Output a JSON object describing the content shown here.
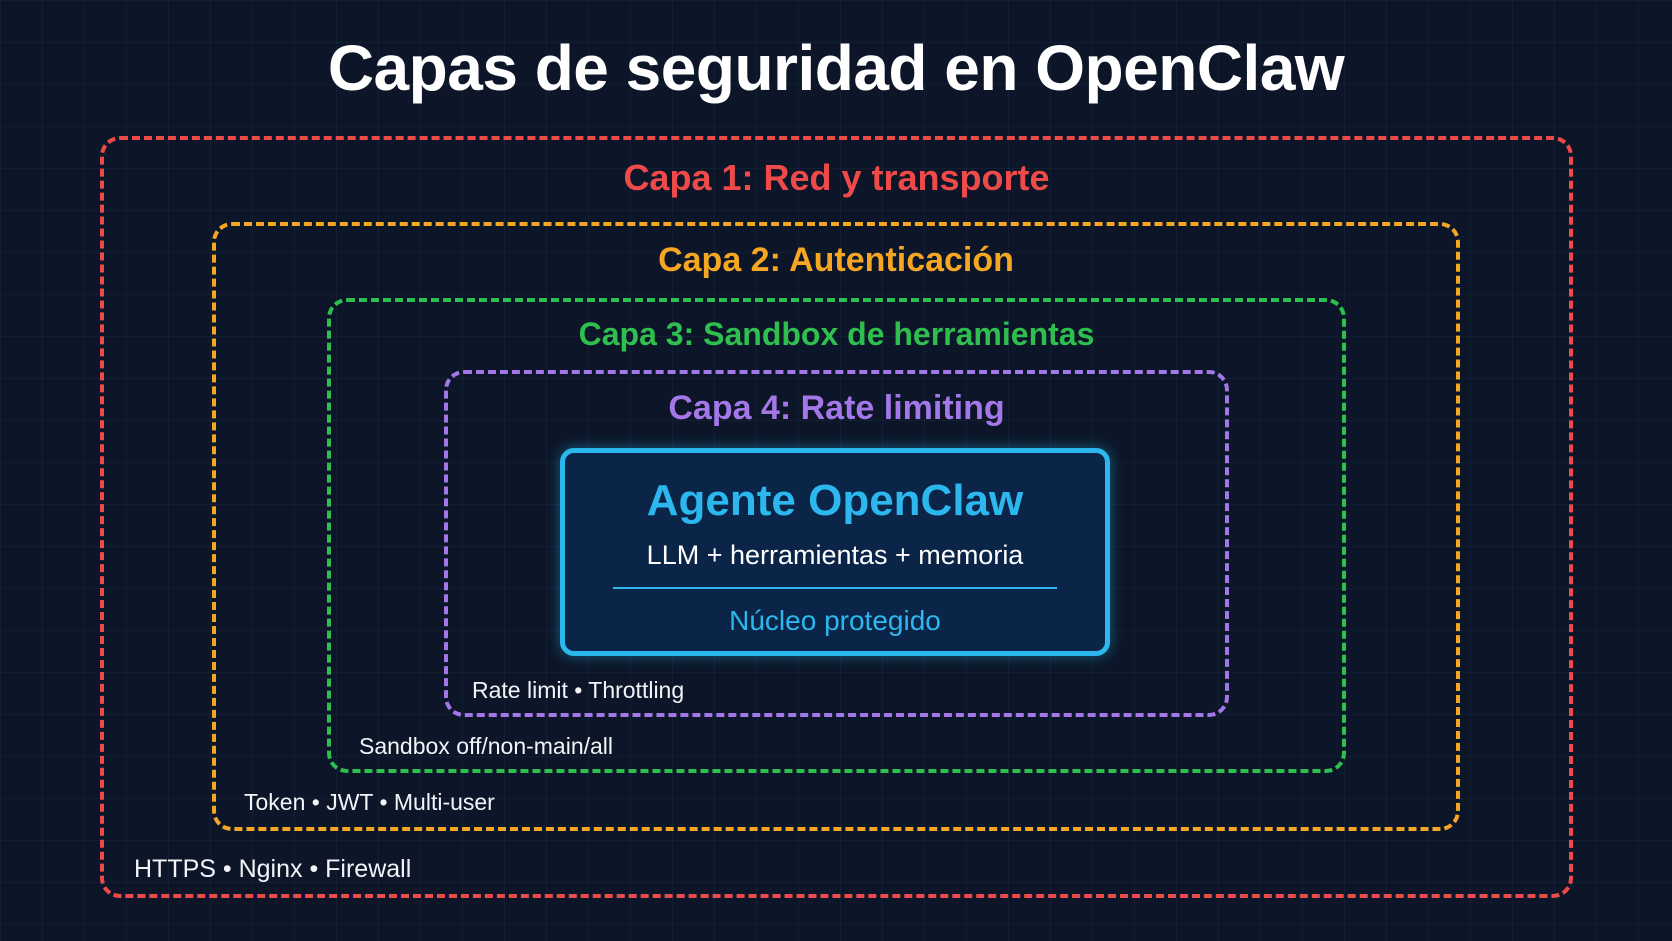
{
  "title": "Capas de seguridad en OpenClaw",
  "colors": {
    "layer1": "#ef4a4a",
    "layer2": "#f5a623",
    "layer3": "#2fbf4f",
    "layer4": "#a377e8",
    "core": "#2cb8ee",
    "background": "#0c1628"
  },
  "layers": [
    {
      "title": "Capa 1: Red y transporte",
      "note": "HTTPS • Nginx • Firewall"
    },
    {
      "title": "Capa 2: Autenticación",
      "note": "Token • JWT • Multi-user"
    },
    {
      "title": "Capa 3: Sandbox de herramientas",
      "note": "Sandbox off/non-main/all"
    },
    {
      "title": "Capa 4: Rate limiting",
      "note": "Rate limit • Throttling"
    }
  ],
  "core": {
    "title": "Agente OpenClaw",
    "subtitle": "LLM + herramientas + memoria",
    "footer": "Núcleo protegido"
  }
}
